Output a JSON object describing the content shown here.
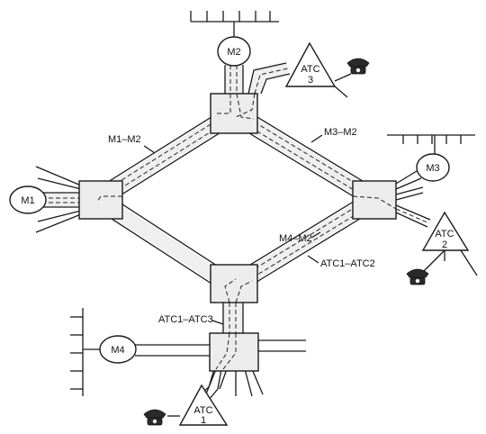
{
  "diagram": {
    "stations": {
      "m1": "M1",
      "m2": "M2",
      "m3": "M3",
      "m4": "M4"
    },
    "exchanges": {
      "atc1": {
        "name": "ATC",
        "number": "1"
      },
      "atc2": {
        "name": "ATC",
        "number": "2"
      },
      "atc3": {
        "name": "ATC",
        "number": "3"
      }
    },
    "links": {
      "m1_m2": "M1–M2",
      "m3_m2": "M3–M2",
      "m4_m2": "M4–M2",
      "atc1_atc2": "ATC1–ATC2",
      "atc1_atc3": "ATC1–ATC3"
    }
  }
}
